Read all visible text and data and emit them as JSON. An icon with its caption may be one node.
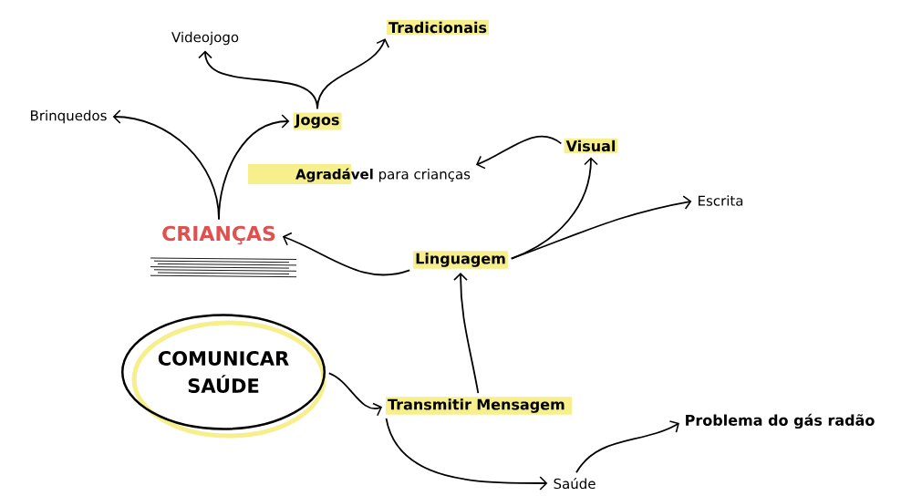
{
  "diagram": {
    "nodes": [
      {
        "text": [
          "COMUNICAR SAÚDE"
        ]
      },
      {
        "text": [
          "Transmitir Mensagem"
        ]
      },
      {
        "text": [
          "Linguagem"
        ]
      },
      {
        "text": [
          "CRIANÇAS"
        ]
      },
      {
        "text": [
          "Visual"
        ]
      },
      {
        "text": [
          "Escrita"
        ]
      },
      {
        "text": [
          "**Agradável** para crianças"
        ]
      },
      {
        "text": [
          "Jogos"
        ]
      },
      {
        "text": [
          "Brinquedos"
        ]
      },
      {
        "text": [
          "Videojogo"
        ]
      },
      {
        "text": [
          "Tradicionais"
        ]
      },
      {
        "text": [
          "Saúde"
        ]
      },
      {
        "text": [
          "Problema do gás radão"
        ]
      }
    ],
    "edges": [
      {
        "from": 0,
        "to": 1,
        "arrow": "to"
      },
      {
        "from": 1,
        "to": 2,
        "arrow": "to"
      },
      {
        "from": 1,
        "to": 11,
        "arrow": "to"
      },
      {
        "from": 11,
        "to": 12,
        "arrow": "to"
      },
      {
        "from": 2,
        "to": 3,
        "arrow": "to"
      },
      {
        "from": 2,
        "to": 4,
        "arrow": "to"
      },
      {
        "from": 2,
        "to": 5,
        "arrow": "to"
      },
      {
        "from": 4,
        "to": 6,
        "arrow": "to"
      },
      {
        "from": 3,
        "to": 7,
        "arrow": "to"
      },
      {
        "from": 3,
        "to": 8,
        "arrow": "to"
      },
      {
        "from": 7,
        "to": 9,
        "arrow": "to"
      },
      {
        "from": 7,
        "to": 10,
        "arrow": "to"
      }
    ]
  }
}
